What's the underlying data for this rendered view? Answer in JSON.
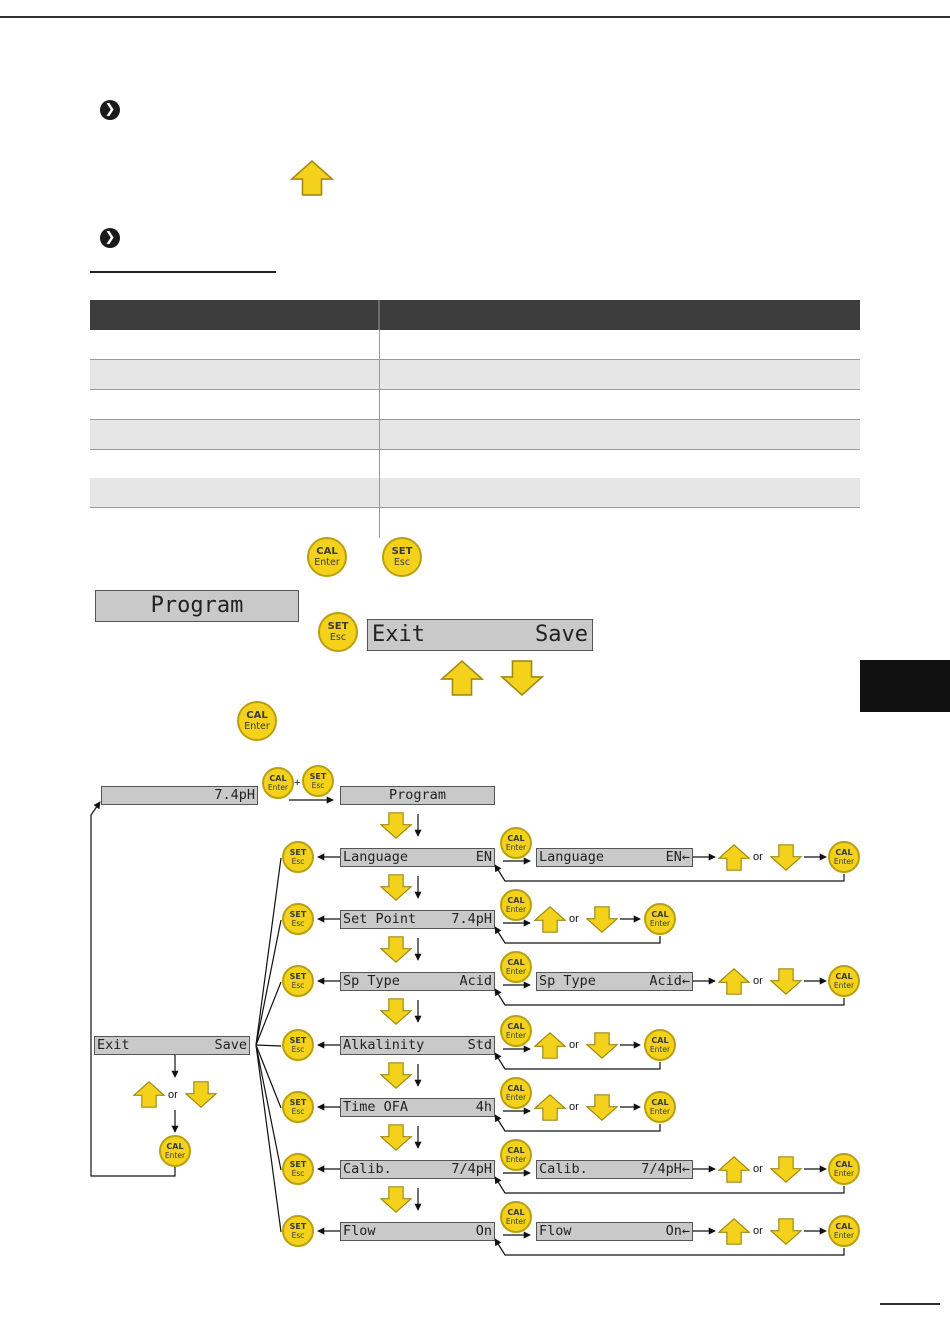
{
  "lcd": {
    "program_big": "Program",
    "exit_big": "Exit",
    "save_big": "Save",
    "home": "7.4pH",
    "program": "Program",
    "exit": "Exit",
    "save": "Save",
    "rows": [
      {
        "left": "Language",
        "right": "EN",
        "edit_left": "Language",
        "edit_right": "EN←"
      },
      {
        "left": "Set Point",
        "right": "7.4pH"
      },
      {
        "left": "Sp Type",
        "right": "Acid",
        "edit_left": "Sp Type",
        "edit_right": "Acid←"
      },
      {
        "left": "Alkalinity",
        "right": "Std"
      },
      {
        "left": "Time OFA",
        "right": "4h"
      },
      {
        "left": "Calib.",
        "right": "7/4pH",
        "edit_left": "Calib.",
        "edit_right": "7/4pH←"
      },
      {
        "left": "Flow",
        "right": "On",
        "edit_left": "Flow",
        "edit_right": "On←"
      }
    ]
  },
  "buttons": {
    "cal_top": "CAL",
    "cal_bottom": "Enter",
    "set_top": "SET",
    "set_bottom": "Esc"
  },
  "labels": {
    "or": "or",
    "plus": "+"
  },
  "icons": {
    "bullet": "chevron-right-icon",
    "up": "up-arrow-icon",
    "down": "down-arrow-icon"
  },
  "colors": {
    "button_yellow": "#f4d21c",
    "lcd_gray": "#c9c9c9",
    "table_header": "#3d3d3d"
  }
}
